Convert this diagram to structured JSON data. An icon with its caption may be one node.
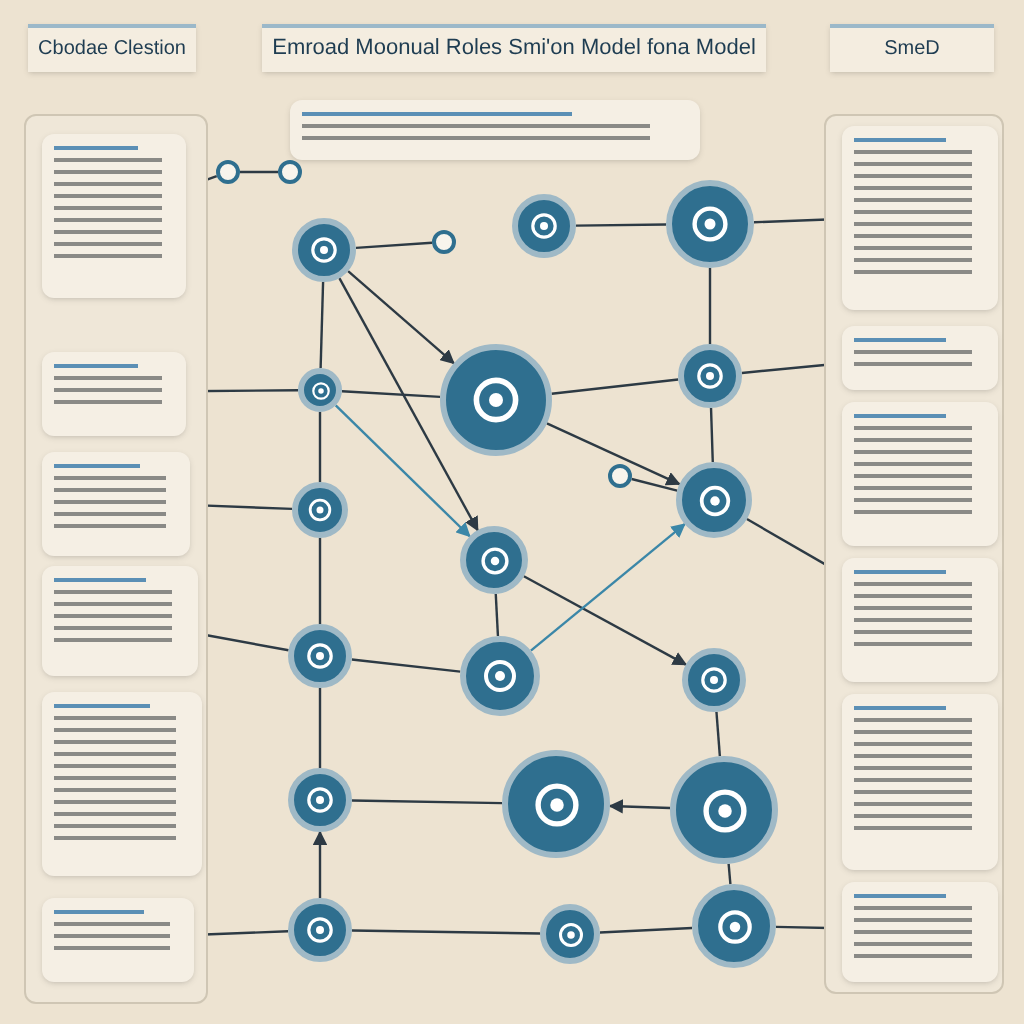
{
  "diagram": {
    "nodes": [
      {
        "text": [
          "Cbodae Clestion"
        ]
      },
      {
        "text": [
          "Emroad Moonual Roles Smi'on Model fona Model"
        ]
      },
      {
        "text": [
          "SmeD"
        ]
      },
      {
        "text": [],
        "shape": "box"
      },
      {
        "text": [],
        "shape": "box"
      },
      {
        "text": [],
        "shape": "box",
        "in": 4
      },
      {
        "text": [],
        "shape": "box",
        "in": 4
      },
      {
        "text": [],
        "shape": "box",
        "in": 4
      },
      {
        "text": [],
        "shape": "box",
        "in": 4
      },
      {
        "text": [],
        "shape": "box",
        "in": 4
      },
      {
        "text": [],
        "shape": "box",
        "in": 4
      },
      {
        "text": [],
        "shape": "box"
      },
      {
        "text": [],
        "shape": "box",
        "in": 11
      },
      {
        "text": [],
        "shape": "box",
        "in": 11
      },
      {
        "text": [],
        "shape": "box",
        "in": 11
      },
      {
        "text": [],
        "shape": "box",
        "in": 11
      },
      {
        "text": [],
        "shape": "box",
        "in": 11
      },
      {
        "text": [],
        "shape": "box",
        "in": 11
      },
      {
        "text": [],
        "shape": "circle"
      },
      {
        "text": [],
        "shape": "circle"
      },
      {
        "text": [],
        "shape": "circle"
      },
      {
        "text": [],
        "shape": "circle"
      },
      {
        "text": [],
        "shape": "circle"
      },
      {
        "text": [],
        "shape": "circle"
      },
      {
        "text": [],
        "shape": "circle"
      },
      {
        "text": [],
        "shape": "circle"
      },
      {
        "text": [],
        "shape": "circle"
      },
      {
        "text": [],
        "shape": "circle"
      },
      {
        "text": [],
        "shape": "circle"
      },
      {
        "text": [],
        "shape": "circle"
      },
      {
        "text": [],
        "shape": "circle"
      },
      {
        "text": [],
        "shape": "circle"
      },
      {
        "text": [],
        "shape": "circle"
      },
      {
        "text": [],
        "shape": "circle"
      },
      {
        "text": [],
        "shape": "circle"
      },
      {
        "text": [],
        "shape": "circle"
      },
      {
        "text": [],
        "shape": "circle"
      },
      {
        "text": [],
        "shape": "circle"
      },
      {
        "text": [],
        "shape": "circle"
      },
      {
        "text": [],
        "shape": "circle"
      }
    ],
    "edges": [
      {
        "from": 38,
        "to": 39,
        "arrow": "none"
      },
      {
        "from": 5,
        "to": 38,
        "arrow": "none"
      },
      {
        "from": 6,
        "to": 22,
        "arrow": "none"
      },
      {
        "from": 7,
        "to": 25,
        "arrow": "none"
      },
      {
        "from": 8,
        "to": 29,
        "arrow": "none"
      },
      {
        "from": 35,
        "to": 10,
        "arrow": "to"
      },
      {
        "from": 18,
        "to": 19,
        "arrow": "none"
      },
      {
        "from": 20,
        "to": 21,
        "arrow": "none"
      },
      {
        "from": 18,
        "to": 22,
        "arrow": "none"
      },
      {
        "from": 22,
        "to": 25,
        "arrow": "none"
      },
      {
        "from": 25,
        "to": 29,
        "arrow": "none"
      },
      {
        "from": 29,
        "to": 32,
        "arrow": "none"
      },
      {
        "from": 35,
        "to": 32,
        "arrow": "to"
      },
      {
        "from": 22,
        "to": 23,
        "arrow": "none"
      },
      {
        "from": 23,
        "to": 24,
        "arrow": "none"
      },
      {
        "from": 18,
        "to": 23,
        "arrow": "to"
      },
      {
        "from": 18,
        "to": 26,
        "arrow": "to"
      },
      {
        "from": 23,
        "to": 28,
        "arrow": "to"
      },
      {
        "from": 26,
        "to": 30,
        "arrow": "none"
      },
      {
        "from": 22,
        "to": 26,
        "arrow": "to",
        "color": "#3b87a8"
      },
      {
        "from": 26,
        "to": 31,
        "arrow": "to"
      },
      {
        "from": 30,
        "to": 29,
        "arrow": "none"
      },
      {
        "from": 30,
        "to": 28,
        "arrow": "to",
        "color": "#3b87a8"
      },
      {
        "from": 32,
        "to": 33,
        "arrow": "none"
      },
      {
        "from": 34,
        "to": 33,
        "arrow": "to"
      },
      {
        "from": 35,
        "to": 36,
        "arrow": "none"
      },
      {
        "from": 36,
        "to": 37,
        "arrow": "none"
      },
      {
        "from": 21,
        "to": 24,
        "arrow": "none"
      },
      {
        "from": 24,
        "to": 28,
        "arrow": "none"
      },
      {
        "from": 28,
        "to": 27,
        "arrow": "none"
      },
      {
        "from": 31,
        "to": 34,
        "arrow": "none"
      },
      {
        "from": 34,
        "to": 37,
        "arrow": "none"
      },
      {
        "from": 21,
        "to": 12,
        "arrow": "none"
      },
      {
        "from": 24,
        "to": 13,
        "arrow": "none"
      },
      {
        "from": 28,
        "to": 15,
        "arrow": "none"
      },
      {
        "from": 37,
        "to": 17,
        "arrow": "none"
      }
    ]
  }
}
